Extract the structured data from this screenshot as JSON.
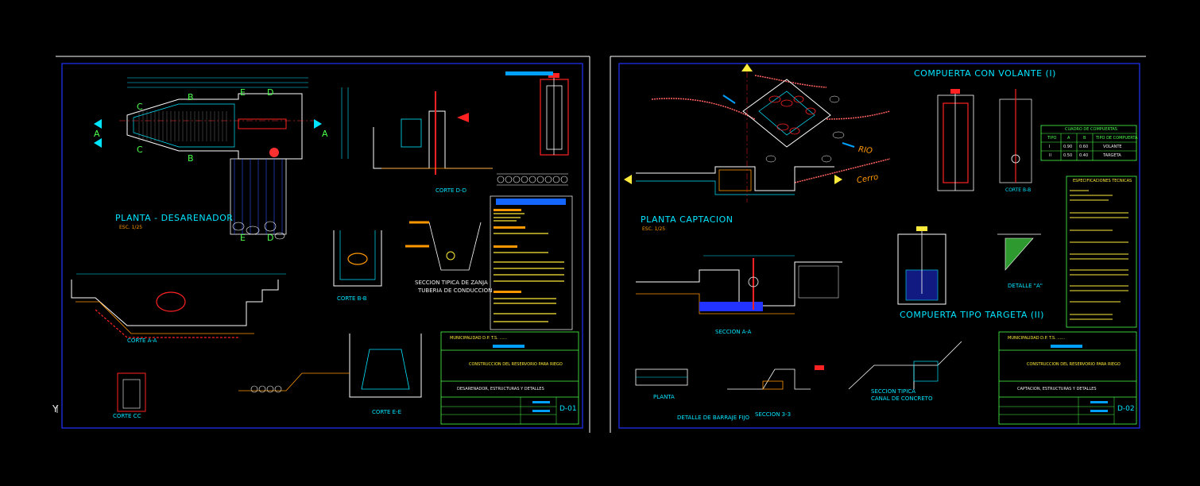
{
  "sheet1": {
    "plan_title": "PLANTA - DESARENADOR",
    "plan_scale": "ESC. 1/25",
    "section_labels": {
      "corte_dd": "CORTE D-D",
      "corte_bb": "CORTE B-B",
      "corte_aa": "CORTE A-A",
      "corte_cc": "CORTE CC",
      "corte_ee": "CORTE E-E",
      "seccion_zanja": "SECCION TIPICA DE ZANJA",
      "tuberia": "TUBERIA DE CONDUCCION"
    },
    "cut_markers": [
      "C",
      "B",
      "E",
      "D",
      "A",
      "A",
      "C",
      "B",
      "E",
      "D"
    ],
    "titleblock": {
      "municipality": "MUNICIPALIDAD D.P. T.S. ......",
      "project": "CONSTRUCCION DEL RESERVORIO PARA RIEGO",
      "project_line2": "DESARENADOR, ESTRUCTURAS Y DETALLES",
      "sheet_no": "D-01"
    }
  },
  "sheet2": {
    "title_volante": "COMPUERTA CON VOLANTE (I)",
    "title_targeta": "COMPUERTA TIPO TARGETA (II)",
    "plan_title": "PLANTA CAPTACION",
    "plan_scale": "ESC. 1/25",
    "river_labels": [
      "RIO",
      "Cerro"
    ],
    "section_labels": {
      "seccion_aa": "SECCION A-A",
      "seccion_33": "SECCION 3-3",
      "planta": "PLANTA",
      "barraje": "DETALLE DE BARRAJE FIJO",
      "canal": "SECCION TIPICA",
      "canal2": "CANAL DE CONCRETO",
      "corte_bb": "CORTE B-B",
      "detalle_a": "DETALLE \"A\""
    },
    "gates_table": {
      "title": "CUADRO DE COMPUERTAS",
      "headers": [
        "TIPO",
        "A",
        "B",
        "TIPO DE COMPUERTA"
      ],
      "rows": [
        [
          "I",
          "0.90",
          "0.60",
          "VOLANTE"
        ],
        [
          "II",
          "0.50",
          "0.40",
          "TARGETA"
        ]
      ]
    },
    "specs_title": "ESPECIFICACIONES TECNICAS",
    "titleblock": {
      "municipality": "MUNICIPALIDAD D.P. T.S. ......",
      "project": "CONSTRUCCION DEL RESERVORIO PARA RIEGO",
      "project_line2": "CAPTACION, ESTRUCTURAS Y DETALLES",
      "sheet_no": "D-02"
    }
  },
  "ucs_axis": "Y"
}
